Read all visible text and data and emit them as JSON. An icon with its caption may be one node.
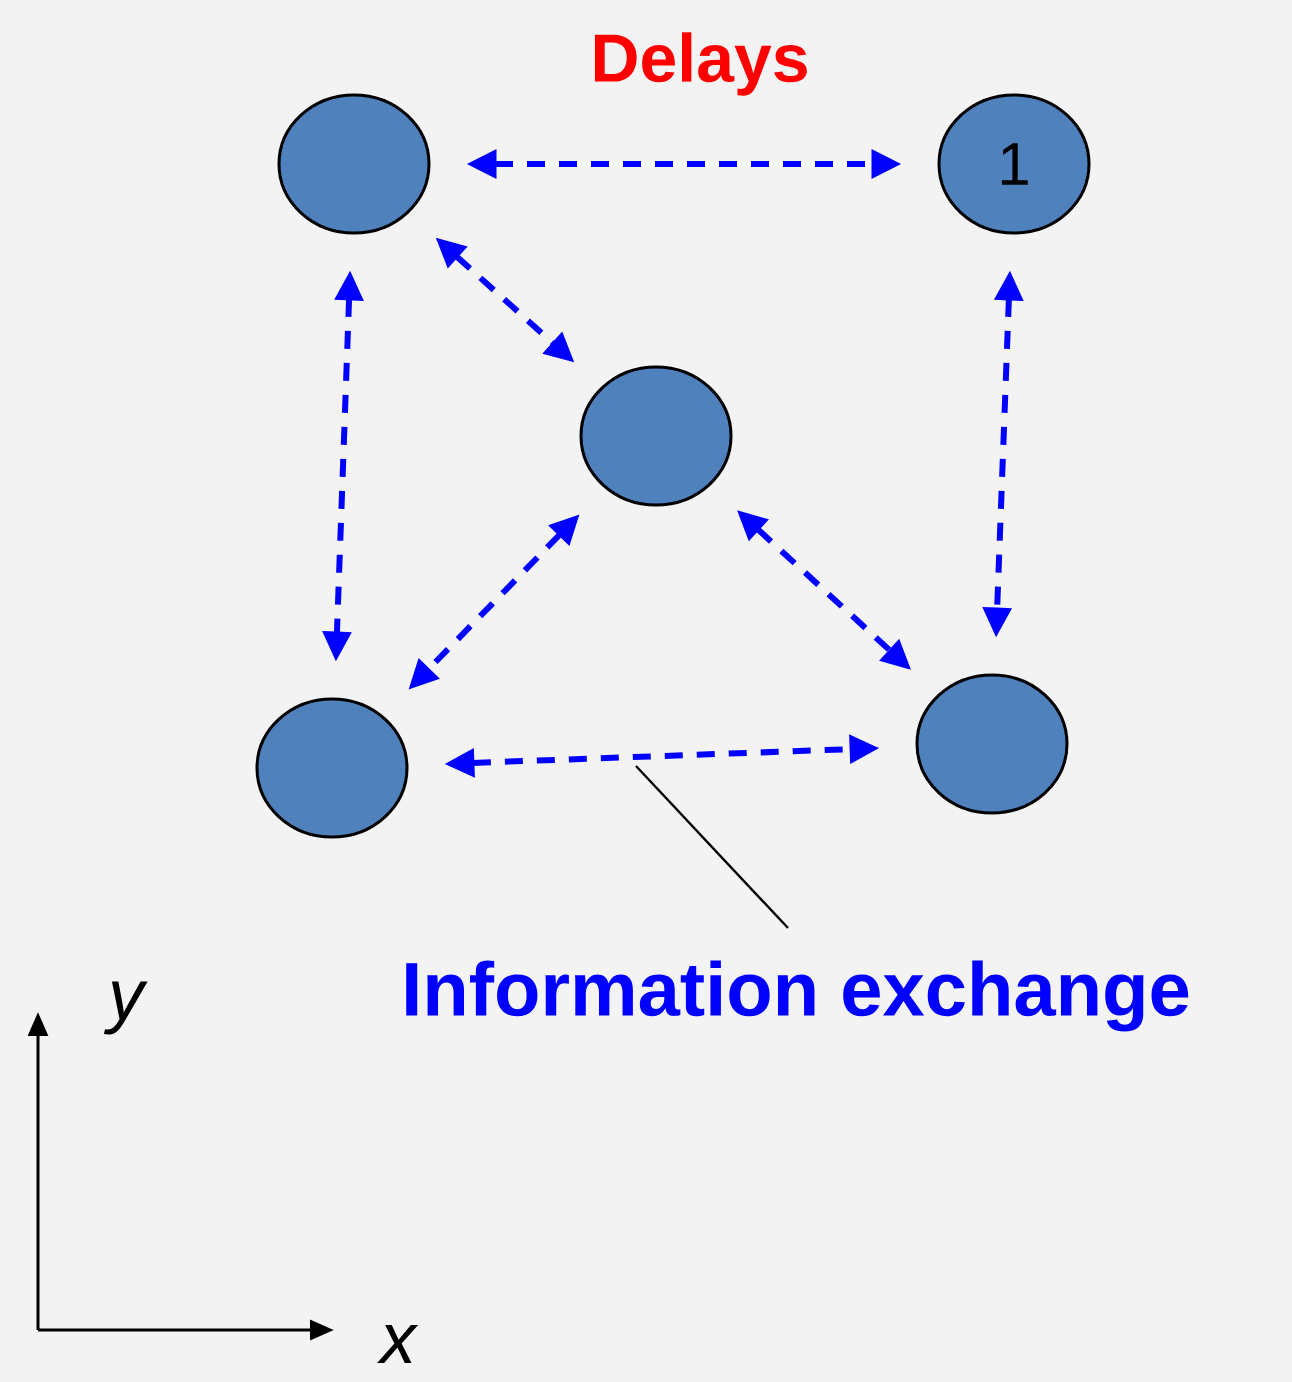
{
  "diagram": {
    "nodes": [
      {
        "text": [],
        "shape": "circle"
      },
      {
        "text": [
          "1"
        ]
      },
      {
        "text": [],
        "shape": "circle"
      },
      {
        "text": [],
        "shape": "circle"
      },
      {
        "text": [],
        "shape": "circle"
      },
      {
        "text": [
          "Information exchange"
        ]
      }
    ],
    "edges": [
      {
        "from": 0,
        "to": 1,
        "arrow": "both",
        "style": "dashed"
      },
      {
        "from": 0,
        "to": 3,
        "arrow": "both",
        "style": "dashed"
      },
      {
        "from": 0,
        "to": 2,
        "arrow": "both",
        "style": "dashed"
      },
      {
        "from": 1,
        "to": 4,
        "arrow": "both",
        "style": "dashed"
      },
      {
        "from": 2,
        "to": 3,
        "arrow": "both",
        "style": "dashed"
      },
      {
        "from": 2,
        "to": 4,
        "arrow": "both",
        "style": "dashed"
      },
      {
        "from": 3,
        "to": 4,
        "arrow": "both",
        "style": "dashed"
      },
      {
        "from": 5,
        "to": null,
        "arrow": "none",
        "color": "#000000"
      }
    ],
    "labels": [
      "Delays",
      "y",
      "x"
    ]
  }
}
